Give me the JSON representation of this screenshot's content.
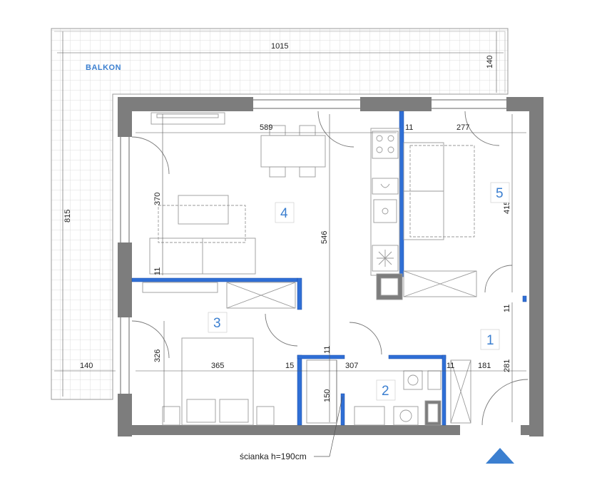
{
  "balcony": {
    "label": "BALKON"
  },
  "colors": {
    "wall": "#7d7d7d",
    "partition": "#2f6fd6",
    "accent": "#3b7fd0",
    "grid": "#d4d4d4"
  },
  "rooms": [
    "1",
    "2",
    "3",
    "4",
    "5"
  ],
  "dimensions": {
    "balcony_width": "1015",
    "balcony_depth": "140",
    "balcony_height": "815",
    "balcony_left": "140",
    "living_width": "589",
    "kitchen_partition": "11",
    "room5_width": "277",
    "living_height": "370",
    "center_height": "546",
    "room5_height": "415",
    "wall_3_4": "11",
    "room3_height": "326",
    "room3_width": "365",
    "bath_left_wall": "15",
    "bath_top_wall": "11",
    "bath_width": "307",
    "bath_right_wall": "11",
    "hall_width": "181",
    "hall_height": "281",
    "hall_top_wall": "11",
    "shower_depth": "150"
  },
  "note": "ścianka h=190cm",
  "icons": [
    "north-arrow-icon",
    "sink-icon",
    "stove-icon",
    "fridge-icon",
    "washing-machine-icon",
    "toilet-icon"
  ]
}
